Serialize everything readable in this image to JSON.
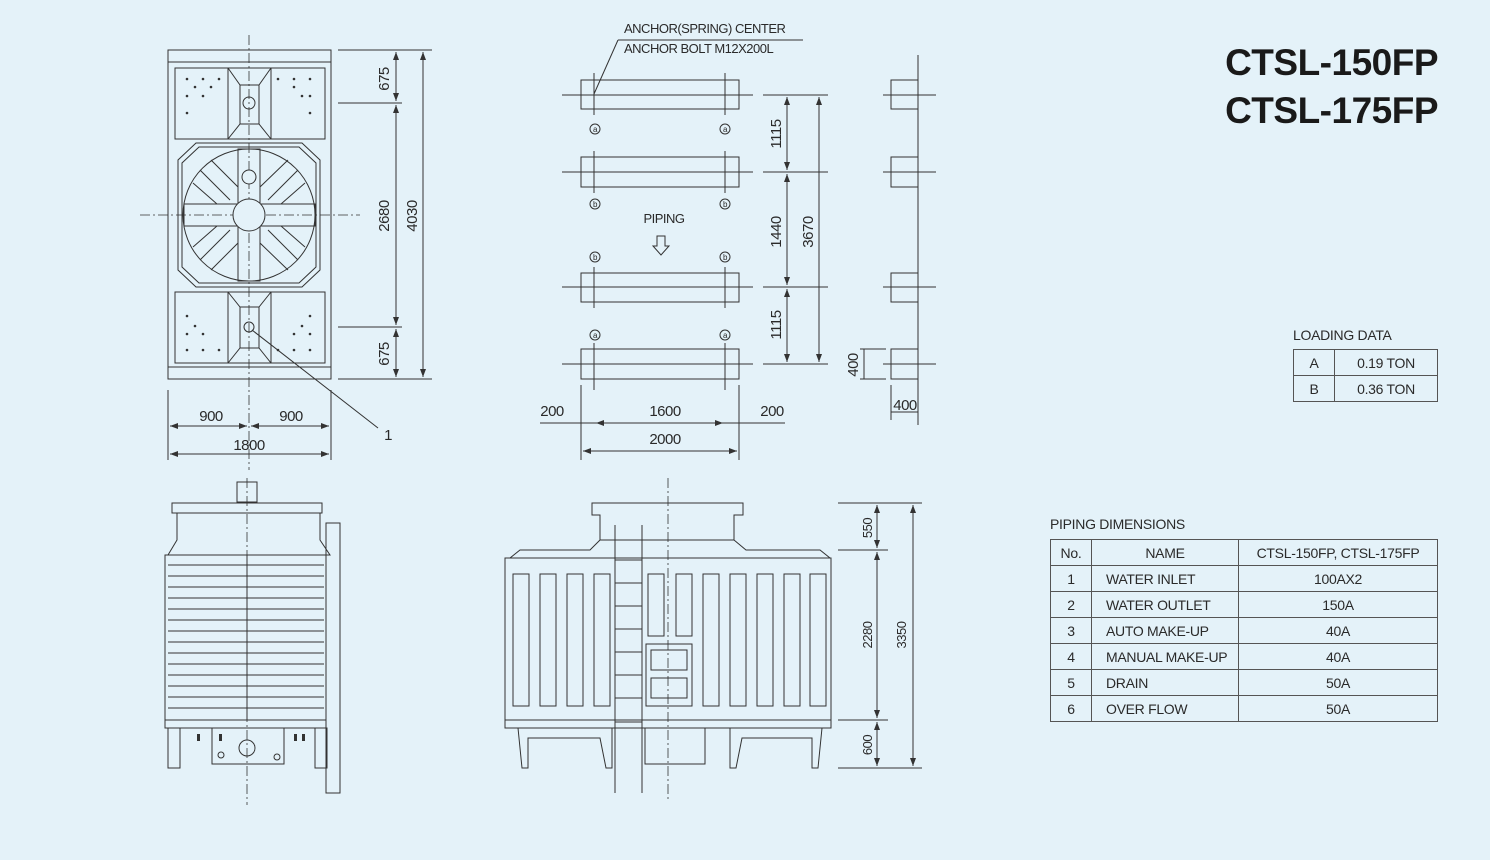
{
  "titles": [
    "CTSL-150FP",
    "CTSL-175FP"
  ],
  "plan_view": {
    "dims_vertical": [
      "675",
      "2680",
      "675",
      "4030"
    ],
    "dims_horizontal": [
      "900",
      "900",
      "1800"
    ],
    "callout": "1"
  },
  "anchor_plan": {
    "note_line1": "ANCHOR(SPRING) CENTER",
    "note_line2": "ANCHOR BOLT M12X200L",
    "marker_a": "a",
    "marker_b": "b",
    "piping_label": "PIPING",
    "dims_vertical": [
      "1115",
      "1440",
      "1115",
      "3670"
    ],
    "dims_horizontal": [
      "200",
      "1600",
      "200",
      "2000"
    ],
    "profile_dims": [
      "400",
      "400"
    ]
  },
  "front_view": {
    "dims_vertical": [
      "550",
      "2280",
      "600",
      "3350"
    ]
  },
  "loading_data": {
    "caption": "LOADING DATA",
    "rows": [
      {
        "key": "A",
        "value": "0.19 TON"
      },
      {
        "key": "B",
        "value": "0.36 TON"
      }
    ]
  },
  "piping_dimensions": {
    "caption": "PIPING DIMENSIONS",
    "headers": [
      "No.",
      "NAME",
      "CTSL-150FP, CTSL-175FP"
    ],
    "rows": [
      {
        "no": "1",
        "name": "WATER INLET",
        "size": "100AX2"
      },
      {
        "no": "2",
        "name": "WATER OUTLET",
        "size": "150A"
      },
      {
        "no": "3",
        "name": "AUTO MAKE-UP",
        "size": "40A"
      },
      {
        "no": "4",
        "name": "MANUAL MAKE-UP",
        "size": "40A"
      },
      {
        "no": "5",
        "name": "DRAIN",
        "size": "50A"
      },
      {
        "no": "6",
        "name": "OVER FLOW",
        "size": "50A"
      }
    ]
  }
}
